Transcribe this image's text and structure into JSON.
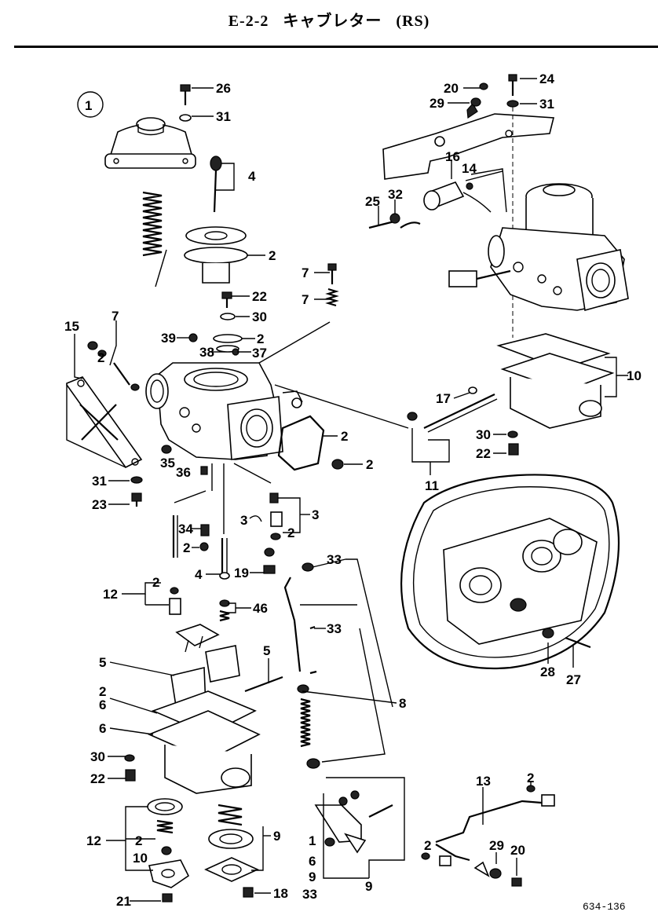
{
  "header": {
    "code": "E-2-2",
    "title": "キャブレター",
    "variant": "(RS)"
  },
  "group_marker": "1",
  "footer_code": "634-136",
  "callouts": [
    "26",
    "31",
    "4",
    "2",
    "7",
    "7",
    "22",
    "30",
    "2",
    "37",
    "38",
    "39",
    "15",
    "7",
    "2",
    "2",
    "35",
    "36",
    "31",
    "23",
    "2",
    "3",
    "3",
    "2",
    "34",
    "2",
    "4",
    "19",
    "12",
    "2",
    "46",
    "5",
    "5",
    "2",
    "6",
    "6",
    "30",
    "22",
    "12",
    "2",
    "10",
    "21",
    "9",
    "18",
    "1",
    "6",
    "9",
    "33",
    "33",
    "33",
    "8",
    "20",
    "24",
    "29",
    "31",
    "16",
    "14",
    "25",
    "32",
    "10",
    "17",
    "11",
    "30",
    "22",
    "28",
    "27",
    "13",
    "2",
    "2",
    "29",
    "20",
    "9"
  ]
}
